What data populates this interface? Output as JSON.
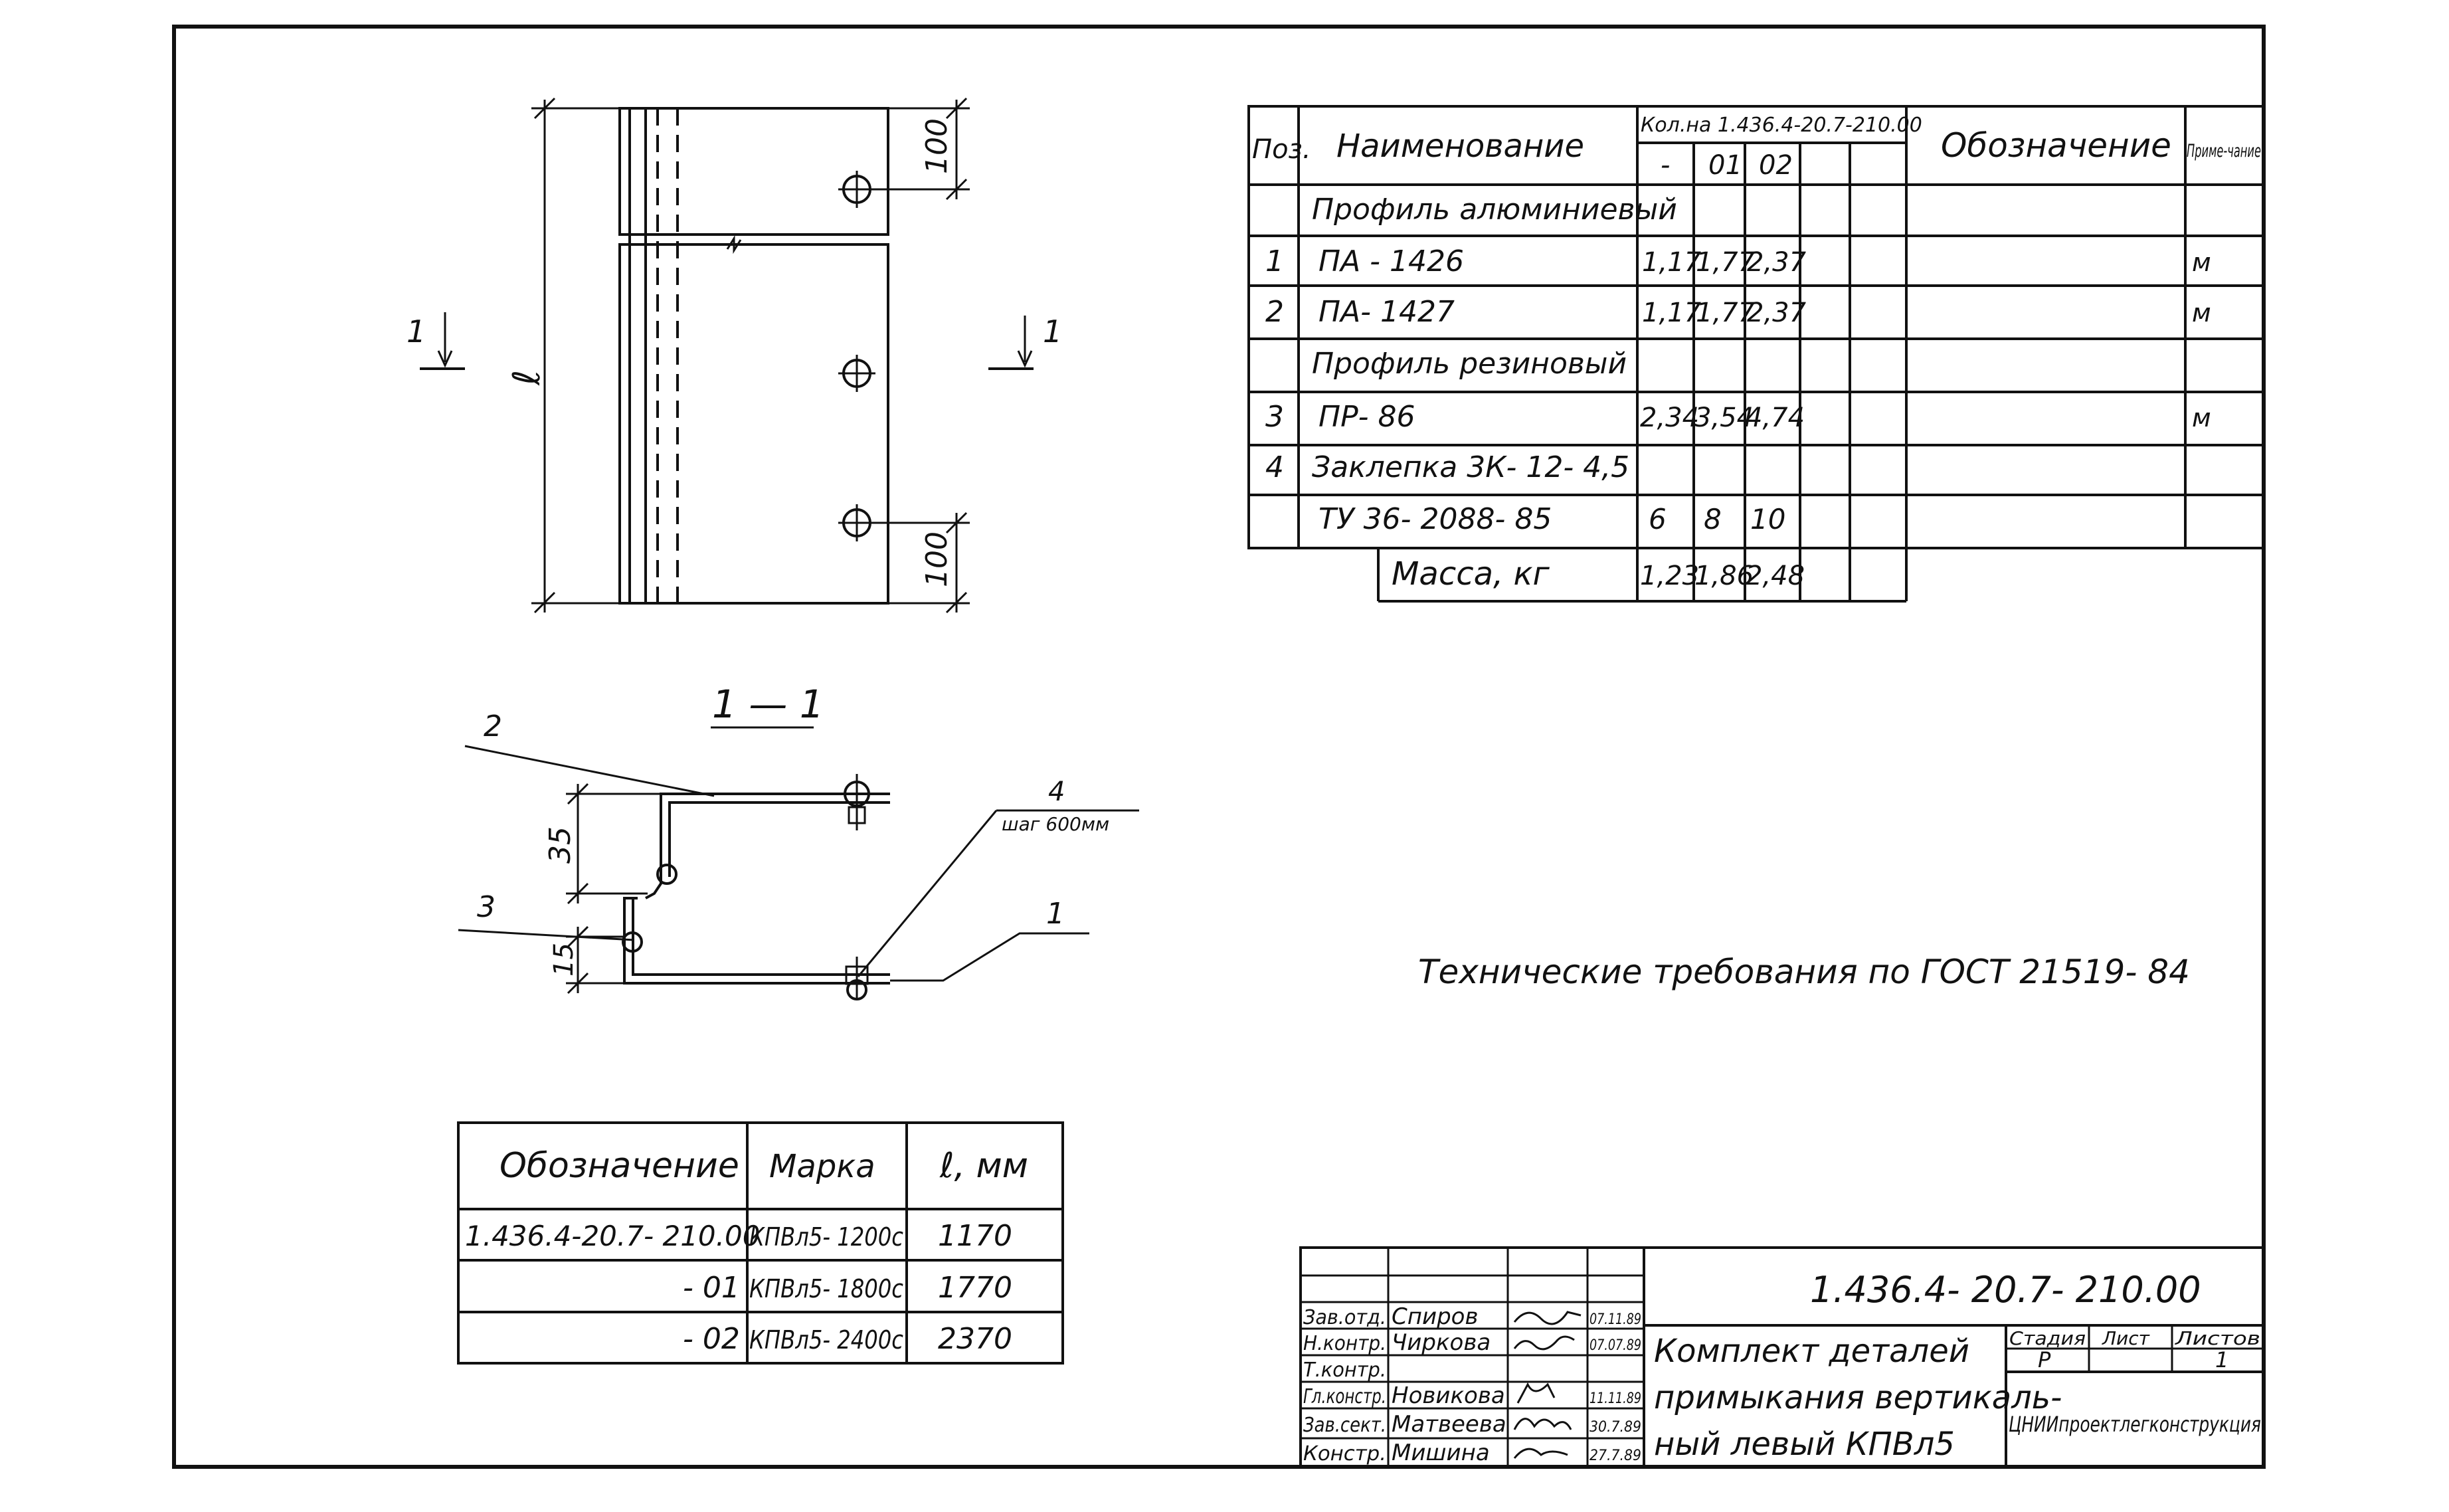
{
  "drawing": {
    "dim_top": "100",
    "dim_bottom": "100",
    "dim_length": "ℓ",
    "dim_35": "35",
    "dim_15": "15",
    "section_mark": "1",
    "section_title": "1 — 1",
    "callout_1": "1",
    "callout_2": "2",
    "callout_3": "3",
    "callout_4": "4",
    "callout_4_note": "шаг 600мм"
  },
  "spec_table": {
    "headers": {
      "pos": "Поз.",
      "name": "Наименование",
      "qty_group": "Кол.на 1.436.4-20.7-210.00",
      "designation": "Обозначение",
      "note": "Приме-чание"
    },
    "qty_cols": [
      "-",
      "01",
      "02"
    ],
    "rows": [
      {
        "pos": "",
        "name": "Профиль алюминиевый",
        "q": [
          "",
          "",
          ""
        ],
        "note": ""
      },
      {
        "pos": "1",
        "name": "ПА - 1426",
        "q": [
          "1,17",
          "1,77",
          "2,37"
        ],
        "note": "м"
      },
      {
        "pos": "2",
        "name": "ПА- 1427",
        "q": [
          "1,17",
          "1,77",
          "2,37"
        ],
        "note": "м"
      },
      {
        "pos": "",
        "name": "Профиль резиновый",
        "q": [
          "",
          "",
          ""
        ],
        "note": ""
      },
      {
        "pos": "3",
        "name": "ПР- 86",
        "q": [
          "2,34",
          "3,54",
          "4,74"
        ],
        "note": "м"
      },
      {
        "pos": "4",
        "name": "Заклепка 3К- 12- 4,5",
        "q": [
          "",
          "",
          ""
        ],
        "note": ""
      },
      {
        "pos": "",
        "name": "ТУ 36- 2088- 85",
        "q": [
          "6",
          "8",
          "10"
        ],
        "note": ""
      }
    ],
    "mass_label": "Масса, кг",
    "mass": [
      "1,23",
      "1,86",
      "2,48"
    ]
  },
  "tech_requirements": "Технические требования по ГОСТ 21519- 84",
  "variants_table": {
    "headers": [
      "Обозначение",
      "Марка",
      "ℓ, мм"
    ],
    "rows": [
      [
        "1.436.4-20.7- 210.00",
        "КПВл5- 1200с",
        "1170"
      ],
      [
        "- 01",
        "КПВл5- 1800с",
        "1770"
      ],
      [
        "- 02",
        "КПВл5- 2400с",
        "2370"
      ]
    ]
  },
  "title_block": {
    "code": "1.436.4- 20.7- 210.00",
    "signers": [
      {
        "role": "Зав.отд.",
        "name": "Спиров",
        "date": "07.11.89"
      },
      {
        "role": "Н.контр.",
        "name": "Чиркова",
        "date": "07.07.89"
      },
      {
        "role": "Т.контр.",
        "name": "",
        "date": ""
      },
      {
        "role": "Гл.констр.",
        "name": "Новикова",
        "date": "11.11.89"
      },
      {
        "role": "Зав.сект.",
        "name": "Матвеева",
        "date": "30.7.89"
      },
      {
        "role": "Констр.",
        "name": "Мишина",
        "date": "27.7.89"
      }
    ],
    "title_lines": [
      "Комплект деталей",
      "примыкания вертикаль-",
      "ный левый  КПВл5"
    ],
    "stage_label": "Стадия",
    "sheet_label": "Лист",
    "sheets_label": "Листов",
    "stage": "Р",
    "sheets": "1",
    "org": "ЦНИИпроектлегконструкция"
  }
}
